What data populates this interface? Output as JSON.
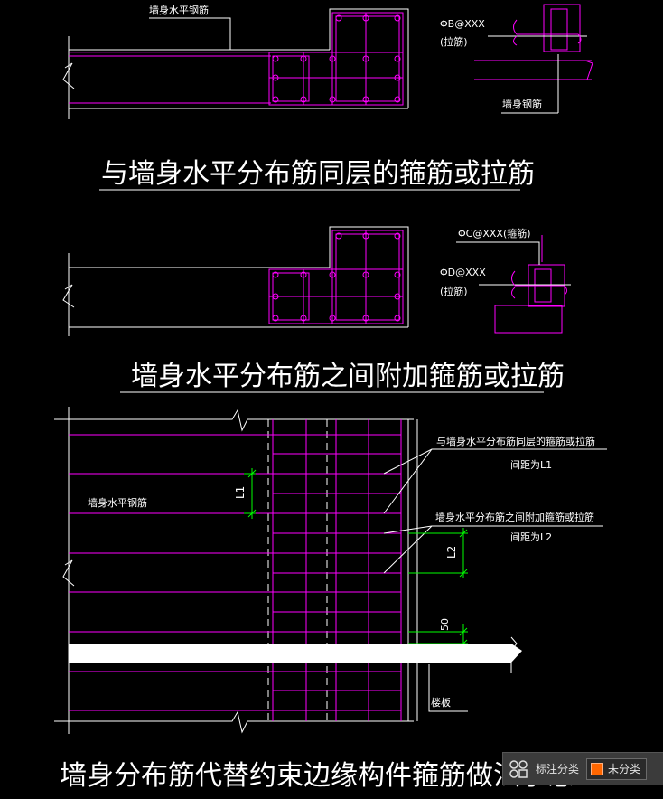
{
  "colors": {
    "background": "#000000",
    "line": "#ffffff",
    "rebar": "#ff00ff",
    "dimension": "#00ff00",
    "accent": "#ff6600"
  },
  "diagram1": {
    "label_wall_rebar": "墙身水平钢筋",
    "label_tie_spec": "ΦB@XXX",
    "label_tie_type": "(拉筋)",
    "label_wall_rebar2": "墙身钢筋",
    "title": "与墙身水平分布筋同层的箍筋或拉筋"
  },
  "diagram2": {
    "label_hoop_spec": "ΦC@XXX(箍筋)",
    "label_tie_spec": "ΦD@XXX",
    "label_tie_type": "(拉筋)",
    "title": "墙身水平分布筋之间附加箍筋或拉筋"
  },
  "diagram3": {
    "label_same_layer": "与墙身水平分布筋同层的箍筋或拉筋",
    "label_spacing_l1": "间距为L1",
    "label_additional": "墙身水平分布筋之间附加箍筋或拉筋",
    "label_spacing_l2": "间距为L2",
    "label_wall_rebar": "墙身水平钢筋",
    "dim_l1": "L1",
    "dim_l2": "L2",
    "dim_50": "50",
    "label_slab": "楼板",
    "title": "墙身分布筋代替约束边缘构件箍筋做法示意"
  },
  "status_bar": {
    "label": "标注分类",
    "category": "未分类",
    "icon": "grid-icon"
  }
}
